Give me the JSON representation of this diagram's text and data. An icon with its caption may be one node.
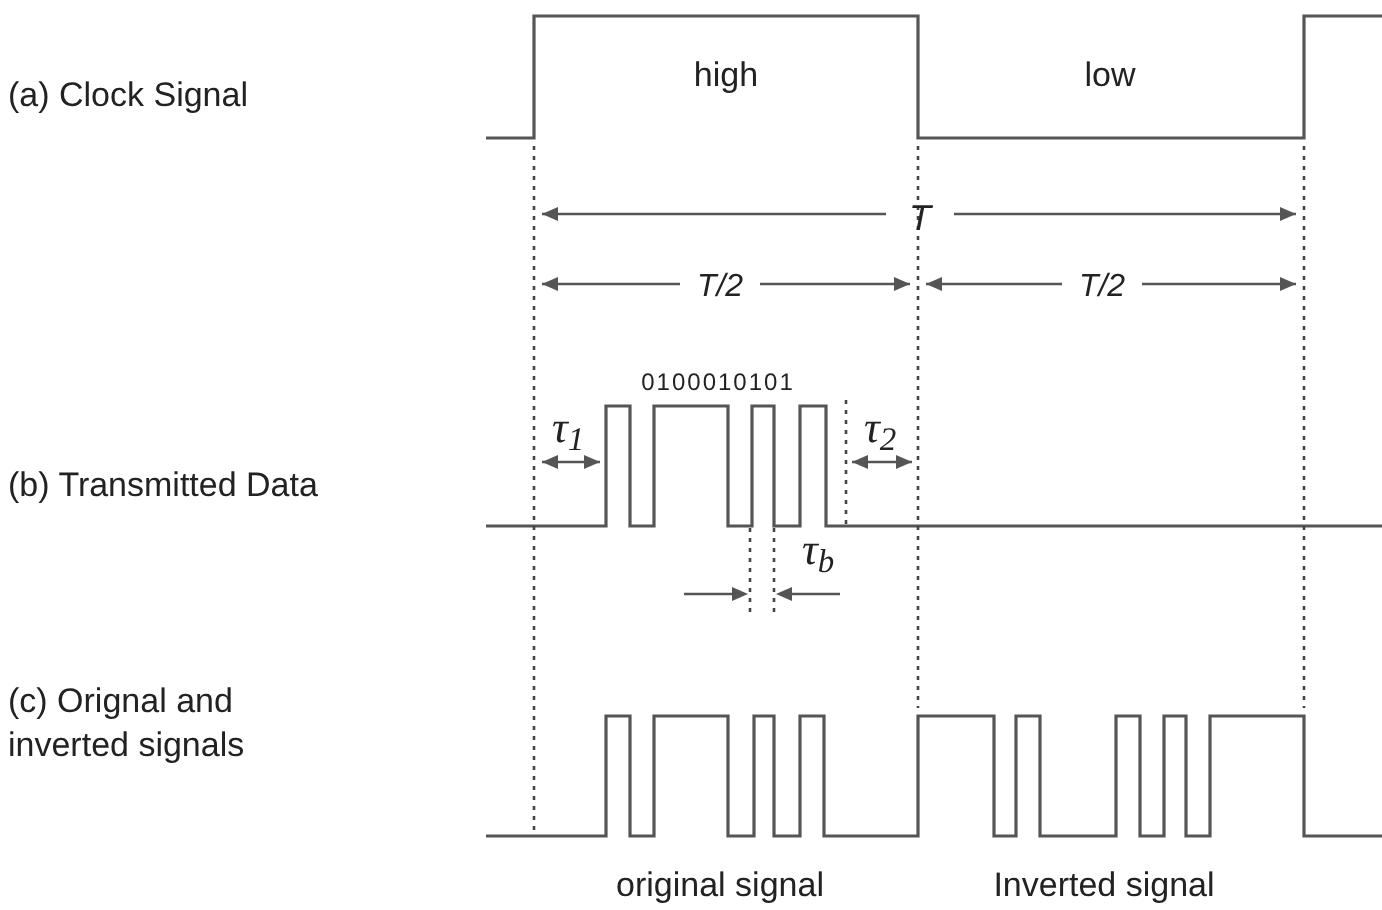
{
  "diagram": {
    "labels": [
      "high",
      "low",
      "(a) Clock Signal",
      "T",
      "T/2",
      "T/2",
      "0100010101",
      "τ$_{1}$",
      "τ$_{2}$",
      "(b) Transmitted Data",
      "τ$_{b}$",
      "(c) Orignal and inverted signals",
      "original signal",
      "Inverted signal"
    ]
  }
}
